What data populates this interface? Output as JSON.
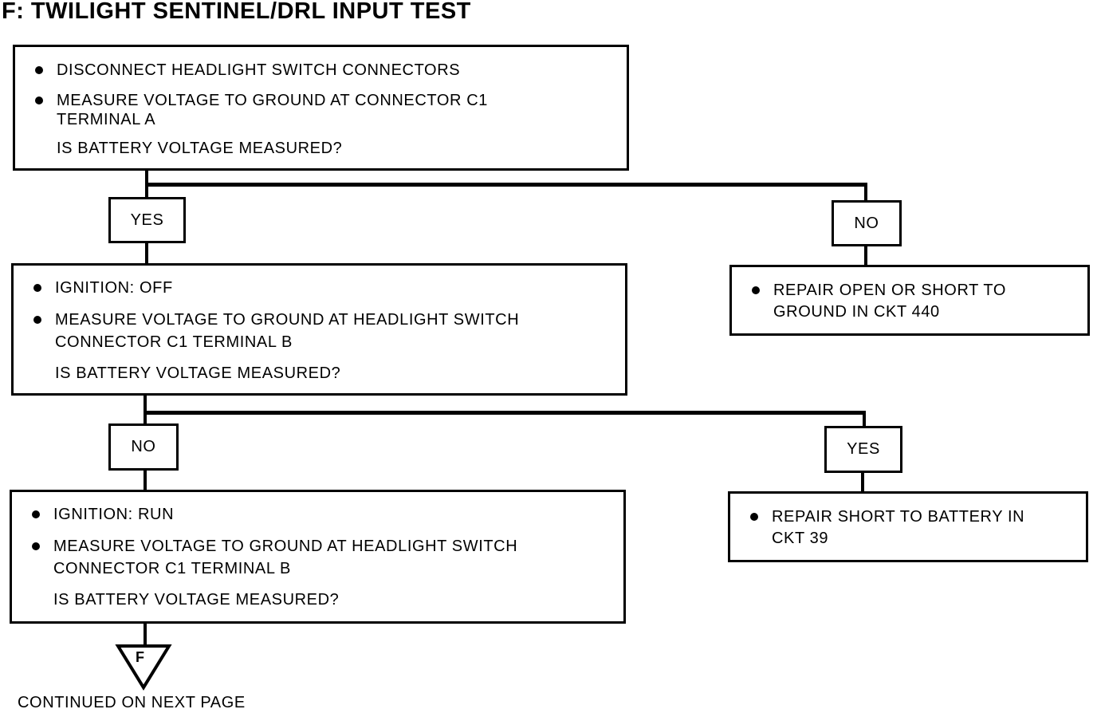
{
  "title": "F: TWILIGHT SENTINEL/DRL INPUT TEST",
  "steps": [
    {
      "bullets": [
        "DISCONNECT HEADLIGHT SWITCH CONNECTORS",
        "MEASURE VOLTAGE TO GROUND AT CONNECTOR C1",
        "TERMINAL A"
      ],
      "question": "IS BATTERY VOLTAGE MEASURED?"
    },
    {
      "bullets": [
        "IGNITION: OFF",
        "MEASURE VOLTAGE TO GROUND AT HEADLIGHT SWITCH",
        "CONNECTOR C1 TERMINAL B"
      ],
      "question": "IS BATTERY VOLTAGE MEASURED?"
    },
    {
      "bullets": [
        "IGNITION: RUN",
        "MEASURE VOLTAGE TO GROUND AT HEADLIGHT SWITCH",
        "CONNECTOR C1 TERMINAL B"
      ],
      "question": "IS BATTERY VOLTAGE MEASURED?"
    }
  ],
  "labels": {
    "yes1": "YES",
    "no1": "NO",
    "no2": "NO",
    "yes2": "YES"
  },
  "results": [
    {
      "lines": [
        "REPAIR OPEN OR SHORT TO",
        "GROUND IN CKT 440"
      ]
    },
    {
      "lines": [
        "REPAIR SHORT TO BATTERY IN",
        "CKT 39"
      ]
    }
  ],
  "connector": {
    "letter": "F"
  },
  "footer": "CONTINUED ON NEXT PAGE"
}
